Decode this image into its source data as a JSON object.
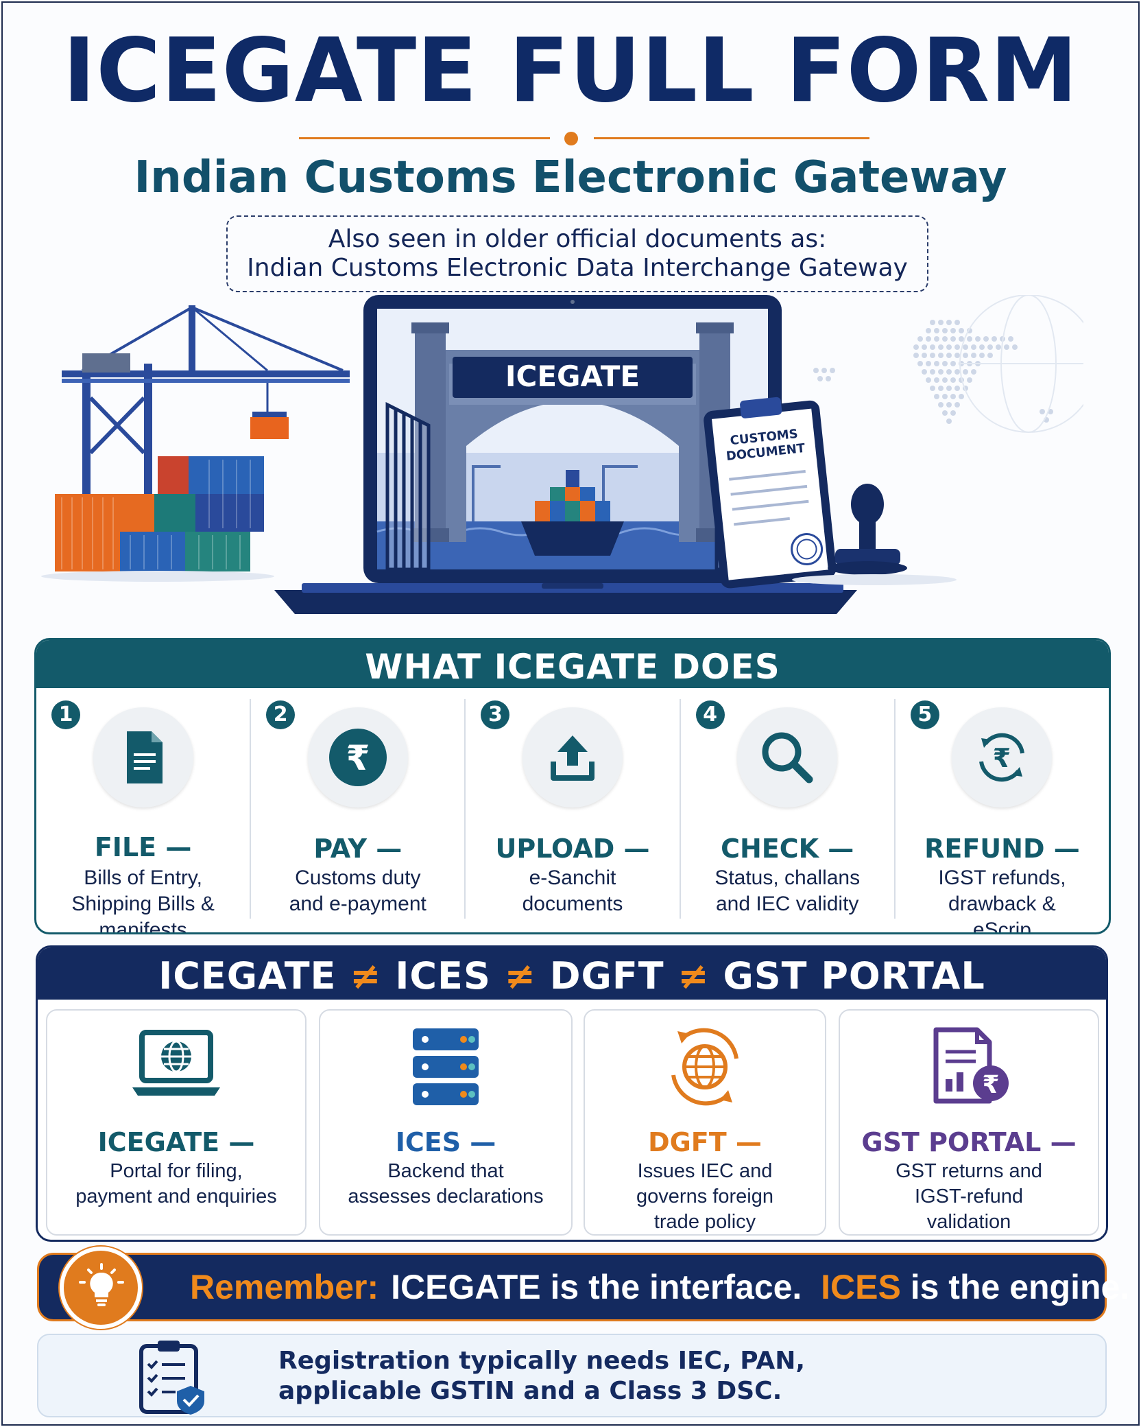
{
  "header": {
    "title": "ICEGATE FULL FORM",
    "subtitle": "Indian Customs Electronic Gateway",
    "also_seen_line1": "Also seen in older official documents as:",
    "also_seen_line2": "Indian Customs Electronic Data Interchange Gateway"
  },
  "illustration": {
    "gate_sign": "ICEGATE",
    "document_label_line1": "CUSTOMS",
    "document_label_line2": "DOCUMENT"
  },
  "what_it_does": {
    "heading": "WHAT ICEGATE DOES",
    "steps": [
      {
        "num": "1",
        "title": "FILE —",
        "desc1": "Bills of Entry,",
        "desc2": "Shipping Bills &",
        "desc3": "manifests",
        "icon": "document-icon"
      },
      {
        "num": "2",
        "title": "PAY —",
        "desc1": "Customs duty",
        "desc2": "and e-payment",
        "desc3": "",
        "icon": "rupee-icon"
      },
      {
        "num": "3",
        "title": "UPLOAD —",
        "desc1": "e-Sanchit",
        "desc2": "documents",
        "desc3": "",
        "icon": "upload-icon"
      },
      {
        "num": "4",
        "title": "CHECK —",
        "desc1": "Status, challans",
        "desc2": "and IEC validity",
        "desc3": "",
        "icon": "search-icon"
      },
      {
        "num": "5",
        "title": "REFUND —",
        "desc1": "IGST refunds,",
        "desc2": "drawback &",
        "desc3": "eScrip",
        "icon": "refund-icon"
      }
    ]
  },
  "comparison": {
    "heading_parts": [
      "ICEGATE",
      "≠",
      "ICES",
      "≠",
      "DGFT",
      "≠",
      "GST PORTAL"
    ],
    "cards": [
      {
        "title": "ICEGATE —",
        "desc1": "Portal for filing,",
        "desc2": "payment and enquiries",
        "desc3": "",
        "color": "#135a6a",
        "icon": "laptop-globe-icon"
      },
      {
        "title": "ICES —",
        "desc1": "Backend that",
        "desc2": "assesses declarations",
        "desc3": "",
        "color": "#1f5fa8",
        "icon": "server-icon"
      },
      {
        "title": "DGFT —",
        "desc1": "Issues IEC and",
        "desc2": "governs foreign",
        "desc3": "trade policy",
        "color": "#e07b1e",
        "icon": "globe-arrows-icon"
      },
      {
        "title": "GST PORTAL —",
        "desc1": "GST returns and",
        "desc2": "IGST-refund",
        "desc3": "validation",
        "color": "#5b3d8f",
        "icon": "invoice-rupee-icon"
      }
    ]
  },
  "remember": {
    "label": "Remember:",
    "part1": "ICEGATE is the interface.",
    "highlight": "ICES",
    "part2": " is the engine."
  },
  "registration": {
    "line1": "Registration typically needs IEC, PAN,",
    "line2": "applicable GSTIN and a Class 3 DSC."
  },
  "colors": {
    "navy": "#0f2a66",
    "teal": "#135a6a",
    "orange": "#e07b1e",
    "purple": "#5b3d8f",
    "blue": "#1f5fa8"
  }
}
